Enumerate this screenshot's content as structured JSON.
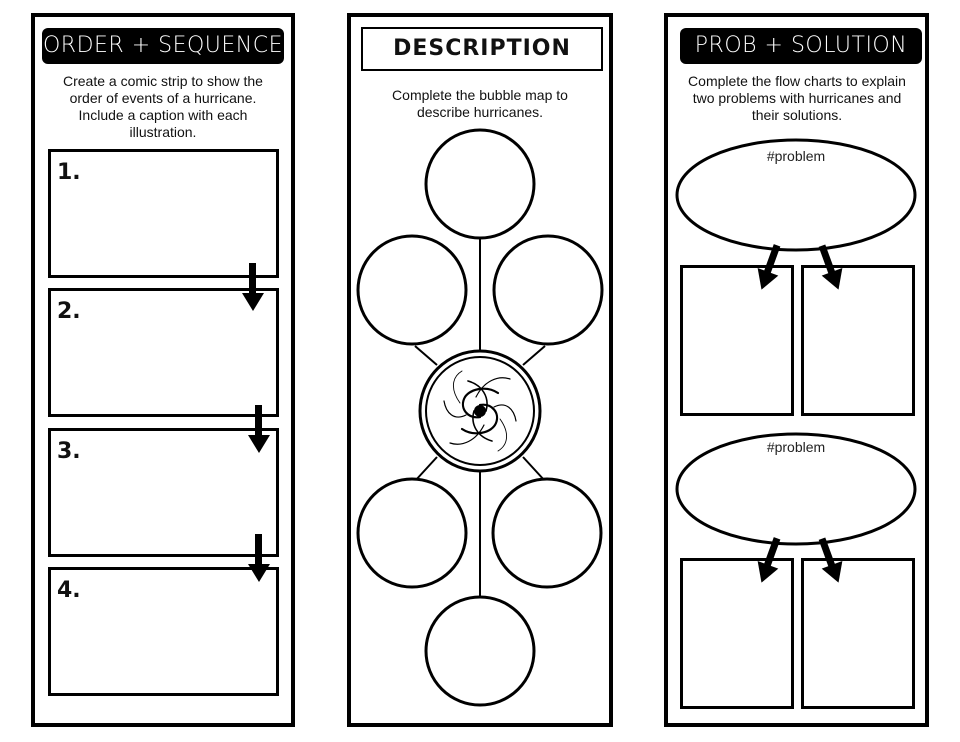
{
  "order_panel": {
    "title": "ORDER + SEQUENCE",
    "instructions": "Create a comic strip to show the order of events of a hurricane. Include a caption with each illustration.",
    "frames": [
      "1.",
      "2.",
      "3.",
      "4."
    ]
  },
  "description_panel": {
    "title": "DESCRIPTION",
    "instructions": "Complete the bubble map to describe hurricanes.",
    "center_icon": "hurricane-swirl-icon"
  },
  "problem_panel": {
    "title": "PROB + SOLUTION",
    "instructions": "Complete the flow charts to explain two problems with hurricanes and their solutions.",
    "problem_labels": [
      "#problem",
      "#problem"
    ]
  }
}
